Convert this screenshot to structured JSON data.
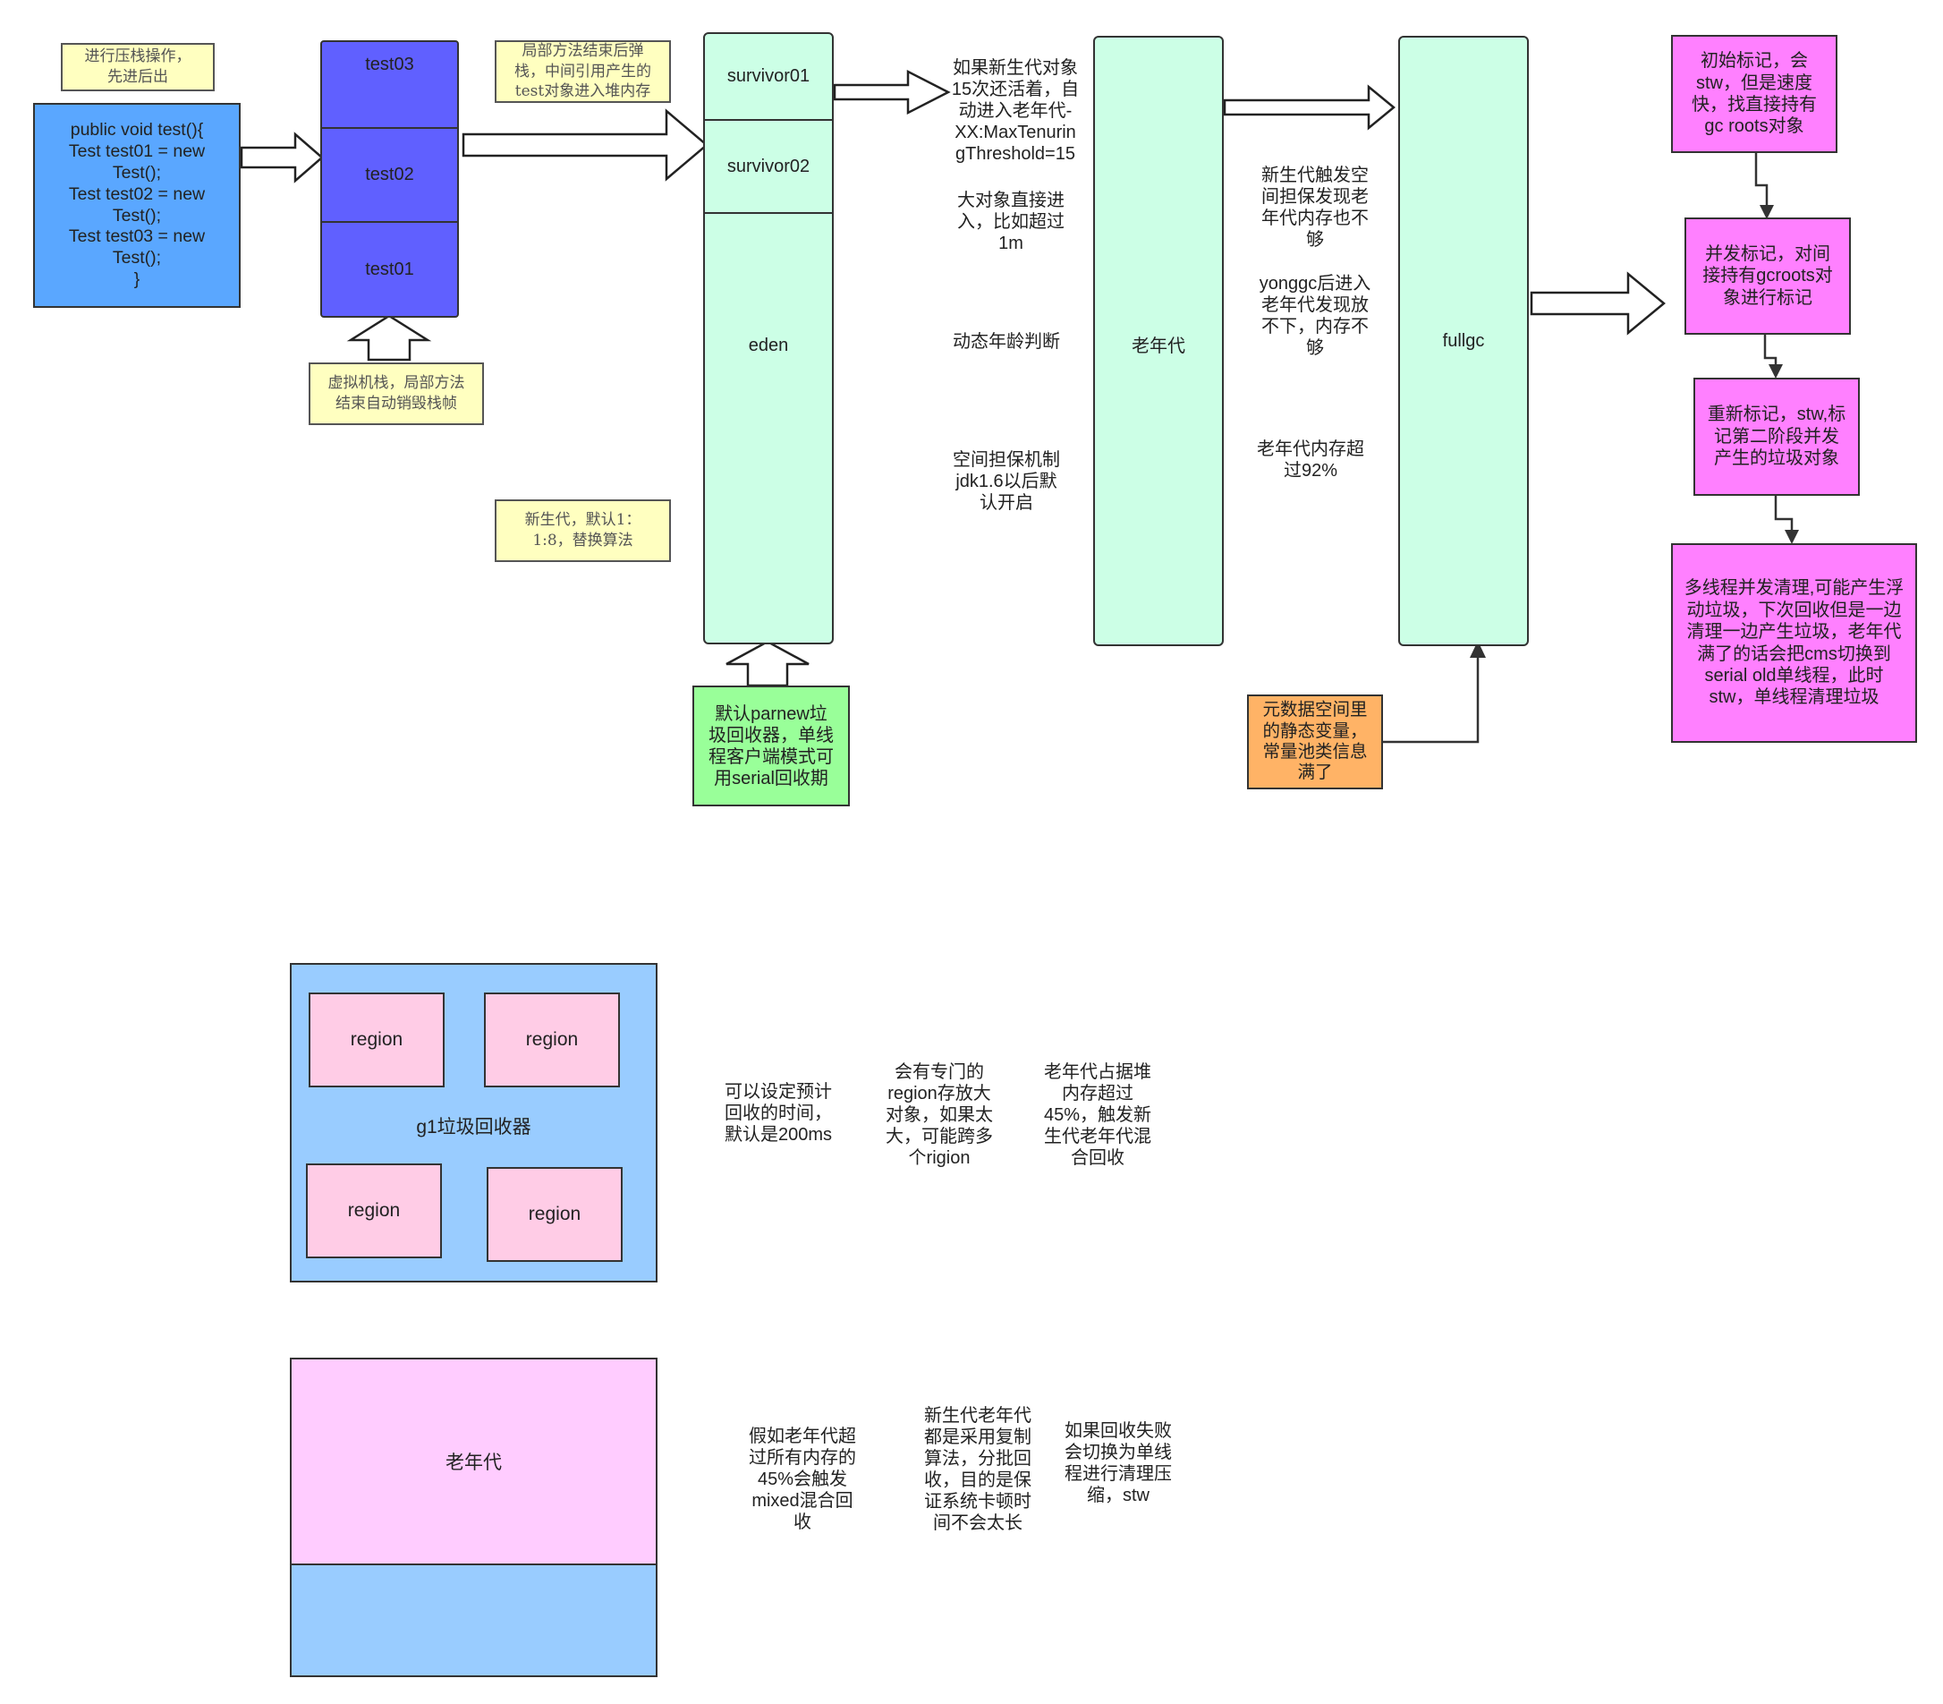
{
  "notes": {
    "push_stack": "进行压栈操作，\n先进后出",
    "pop_stack": "局部方法结束后弹\n栈，中间引用产生的\ntest对象进入堆内存",
    "vm_stack": "虚拟机栈，局部方法\n结束自动销毁栈帧",
    "young_gen": "新生代，默认1：\n1:8，替换算法"
  },
  "code_block": "public void test(){\nTest test01 = new\nTest();\nTest test02 = new\nTest();\nTest test03 = new\nTest();\n}",
  "stack": {
    "frames": [
      "test03",
      "test02",
      "test01"
    ]
  },
  "heap": {
    "survivor01": "survivor01",
    "survivor02": "survivor02",
    "eden": "eden",
    "old_gen": "老年代",
    "fullgc": "fullgc"
  },
  "collector_note": "默认parnew垃\n圾回收器，单线\n程客户端模式可\n用serial回收期",
  "promotion_notes": {
    "age15": "如果新生代对象\n15次还活着，自\n动进入老年代-\nXX:MaxTenurin\ngThreshold=15",
    "large_object": "大对象直接进\n入，比如超过\n1m",
    "dynamic_age": "动态年龄判断",
    "guarantee": "空间担保机制\njdk1.6以后默\n认开启"
  },
  "fullgc_notes": {
    "guarantee_fail": "新生代触发空\n间担保发现老\n年代内存也不\n够",
    "after_younggc": "yonggc后进入\n老年代发现放\n不下，内存不\n够",
    "over_92": "老年代内存超\n过92%"
  },
  "metaspace_note": "元数据空间里\n的静态变量，\n常量池类信息\n满了",
  "cms_steps": [
    "初始标记，会\nstw，但是速度\n快，找直接持有\ngc roots对象",
    "并发标记，对间\n接持有gcroots对\n象进行标记",
    "重新标记，stw,标\n记第二阶段并发\n产生的垃圾对象",
    "多线程并发清理,可能产生浮\n动垃圾，下次回收但是一边\n清理一边产生垃圾，老年代\n满了的话会把cms切换到\nserial old单线程，此时\nstw，单线程清理垃圾"
  ],
  "g1": {
    "title": "g1垃圾回收器",
    "regions": [
      "region",
      "region",
      "region",
      "region"
    ],
    "notes": [
      "可以设定预计\n回收的时间，\n默认是200ms",
      "会有专门的\nregion存放大\n对象，如果太\n大，可能跨多\n个rigion",
      "老年代占据堆\n内存超过\n45%，触发新\n生代老年代混\n合回收"
    ]
  },
  "g1_old": {
    "label": "老年代",
    "notes": [
      "假如老年代超\n过所有内存的\n45%会触发\nmixed混合回\n收",
      "新生代老年代\n都是采用复制\n算法，分批回\n收，目的是保\n证系统卡顿时\n间不会太长",
      "如果回收失败\n会切换为单线\n程进行清理压\n缩，stw"
    ]
  },
  "colors": {
    "note_bg": "#ffffc0",
    "code_bg": "#5aa7ff",
    "stack_bg": "#6060ff",
    "mint": "#ccffe6",
    "green": "#99ff99",
    "orange": "#ffb366",
    "pink": "#ff80ff",
    "region": "#ffcce6",
    "g1_bg": "#99ccff",
    "old_pink": "#ffccff"
  }
}
